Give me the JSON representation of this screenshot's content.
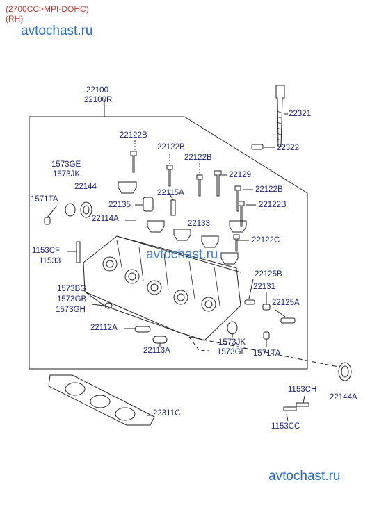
{
  "header": {
    "line1": "(2700CC>MPI-DOHC)",
    "line2": "(RH)"
  },
  "watermarks": [
    "avtochast.ru",
    "avtochast.ru",
    "avtochast.ru"
  ],
  "labels": {
    "l22100": "22100",
    "l22100R": "22100R",
    "l22321": "22321",
    "l22322": "22322",
    "l22122B_a": "22122B",
    "l22122B_b": "22122B",
    "l22122B_c": "22122B",
    "l22122B_d": "22122B",
    "l22122B_e": "22122B",
    "l22122C": "22122C",
    "l1573GE_a": "1573GE",
    "l1573JK_a": "1573JK",
    "l22144": "22144",
    "l22129": "22129",
    "l1571TA_a": "1571TA",
    "l22135": "22135",
    "l22115A": "22115A",
    "l22114A": "22114A",
    "l22133": "22133",
    "l1153CF": "1153CF",
    "l11533": "11533",
    "l22125B": "22125B",
    "l22131": "22131",
    "l22125A": "22125A",
    "l1573BG": "1573BG",
    "l1573GB": "1573GB",
    "l1573GH": "1573GH",
    "l22112A": "22112A",
    "l22113A": "22113A",
    "l1573JK_b": "1573JK",
    "l1573GE_b": "1573GE",
    "l1571TA_b": "1571TA",
    "l1153CH": "1153CH",
    "l22144A": "22144A",
    "l22311C": "22311C",
    "l1153CC": "1153CC"
  }
}
